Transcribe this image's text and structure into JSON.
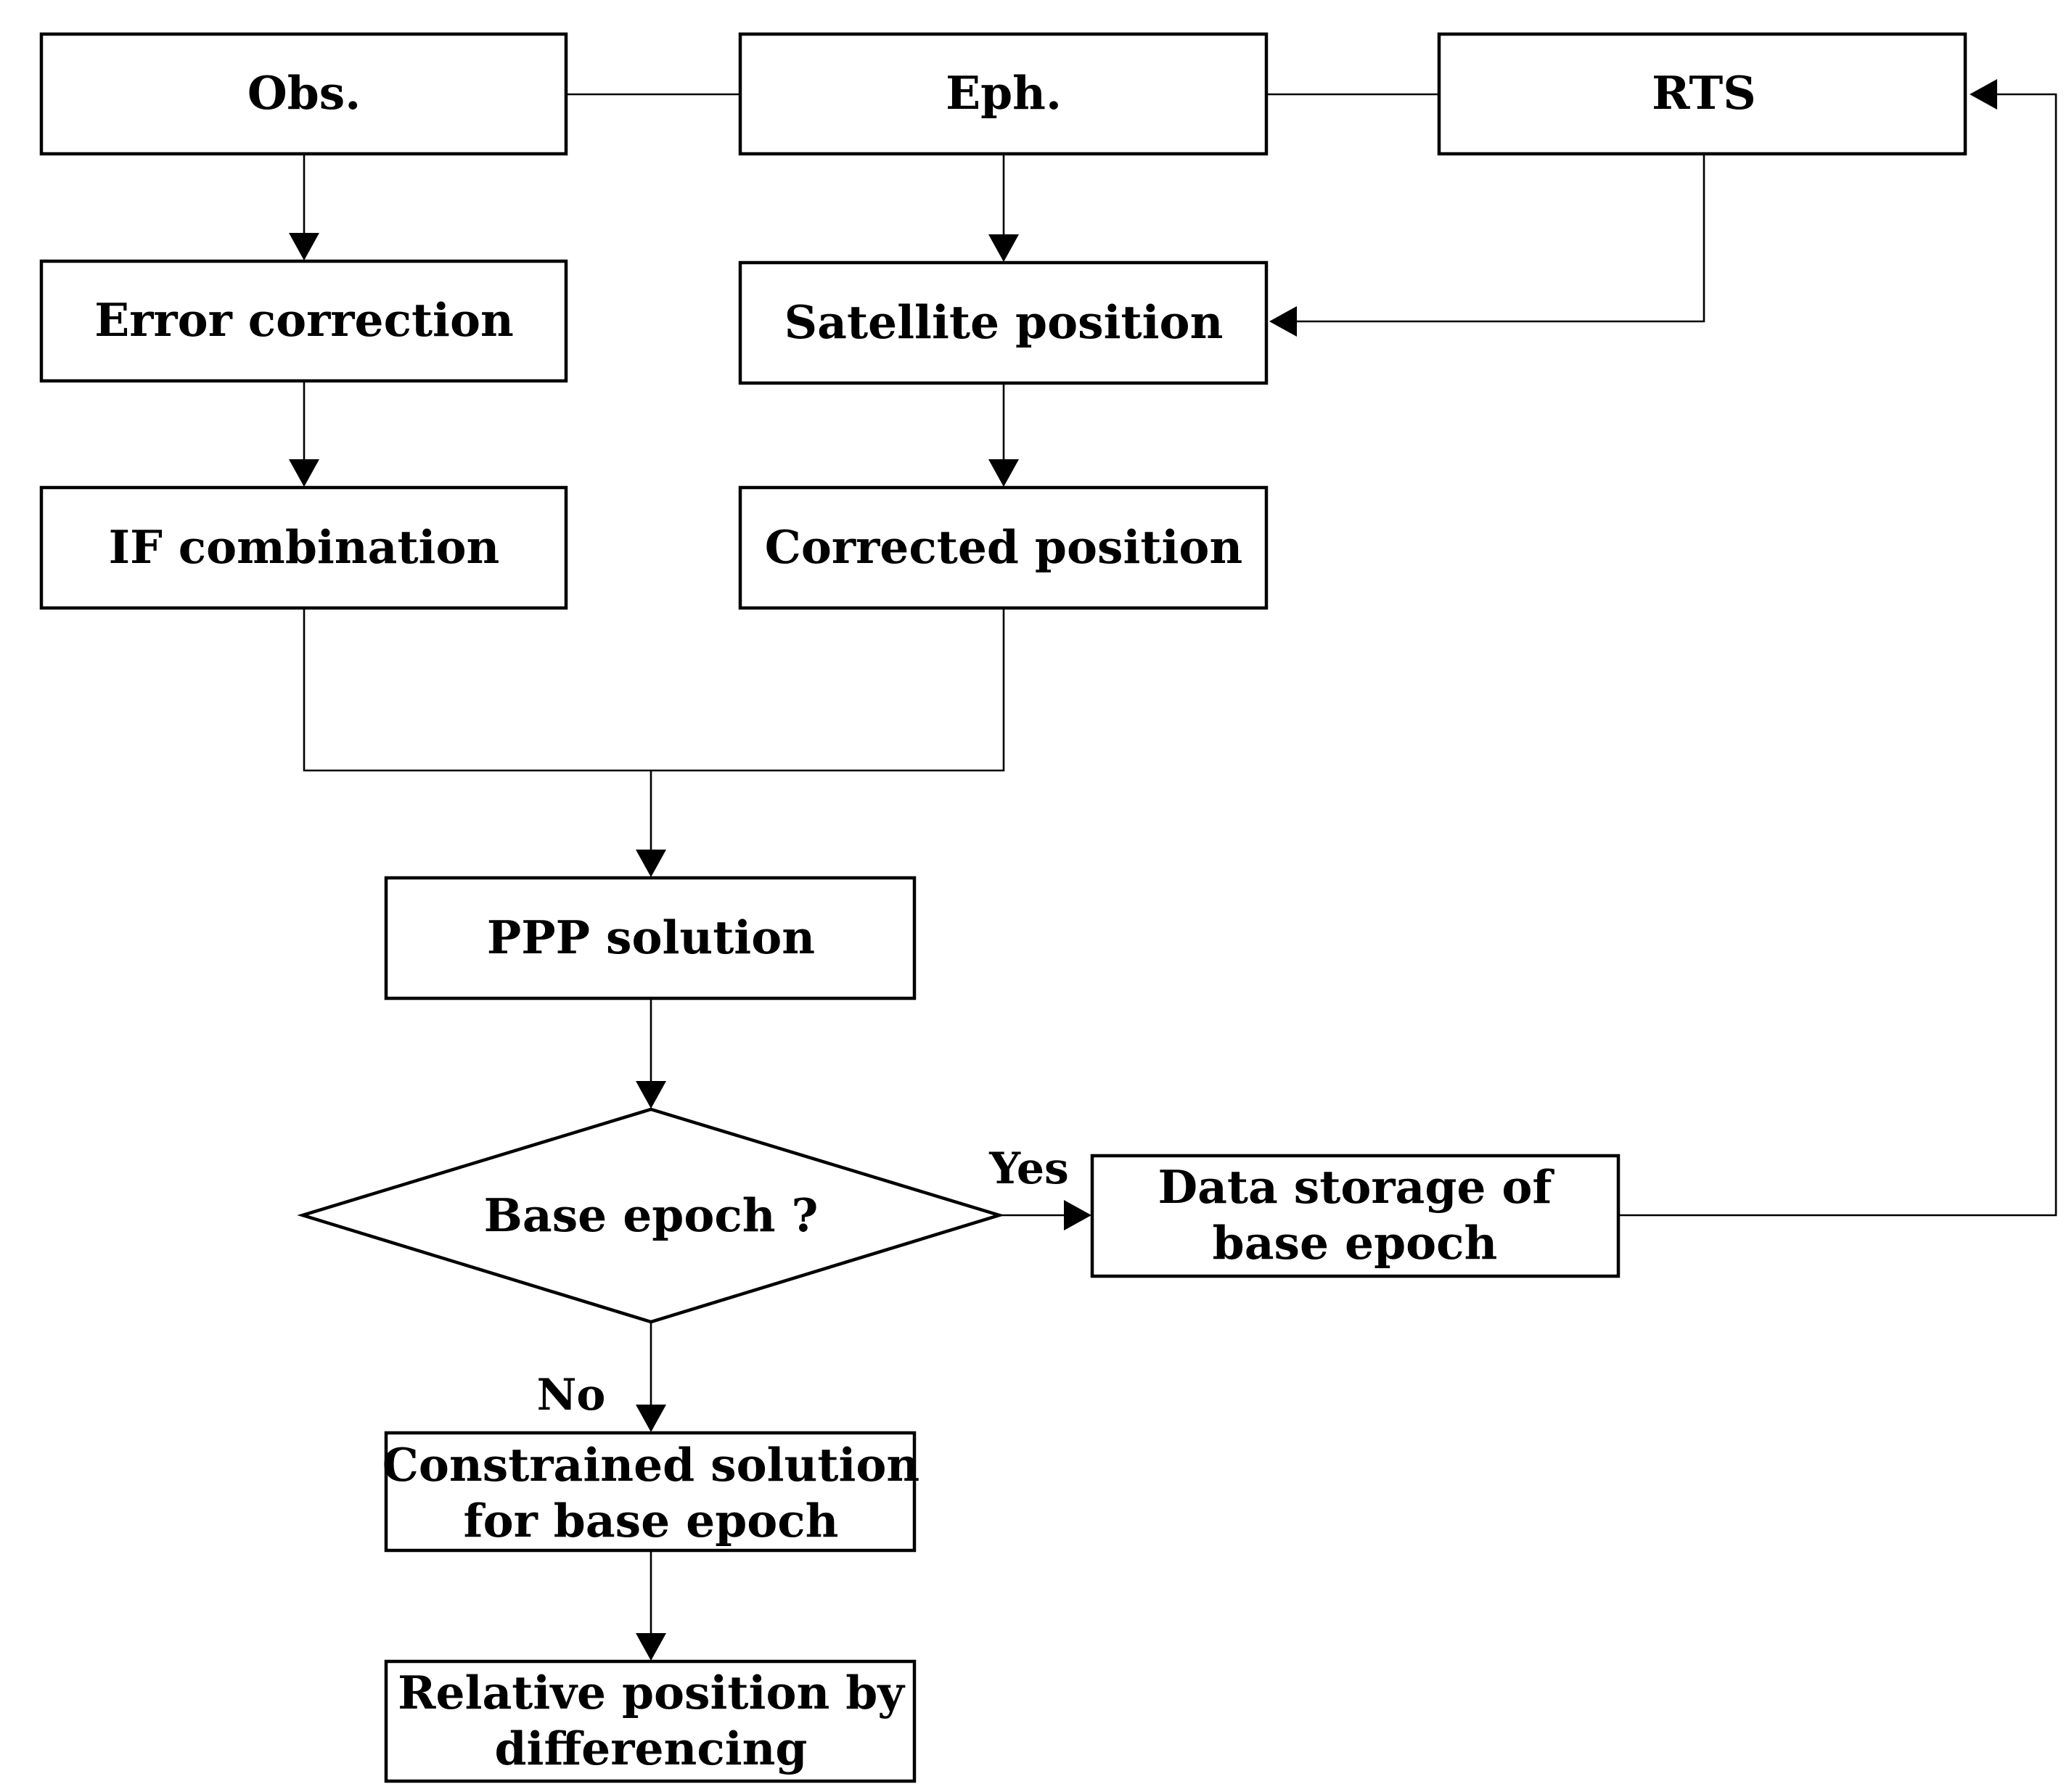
{
  "nodes": {
    "obs": {
      "label": "Obs."
    },
    "eph": {
      "label": "Eph."
    },
    "rts": {
      "label": "RTS"
    },
    "error_correction": {
      "label": "Error correction"
    },
    "satellite_position": {
      "label": "Satellite position"
    },
    "if_combination": {
      "label": "IF combination"
    },
    "corrected_position": {
      "label": "Corrected position"
    },
    "ppp_solution": {
      "label": "PPP solution"
    },
    "base_epoch_decision": {
      "label": "Base epoch ?"
    },
    "data_storage": {
      "lines": [
        "Data storage of",
        "base epoch"
      ]
    },
    "constrained_solution": {
      "lines": [
        "Constrained solution",
        "for base epoch"
      ]
    },
    "relative_position": {
      "lines": [
        "Relative position by",
        "differencing"
      ]
    }
  },
  "branches": {
    "yes": "Yes",
    "no": "No"
  }
}
